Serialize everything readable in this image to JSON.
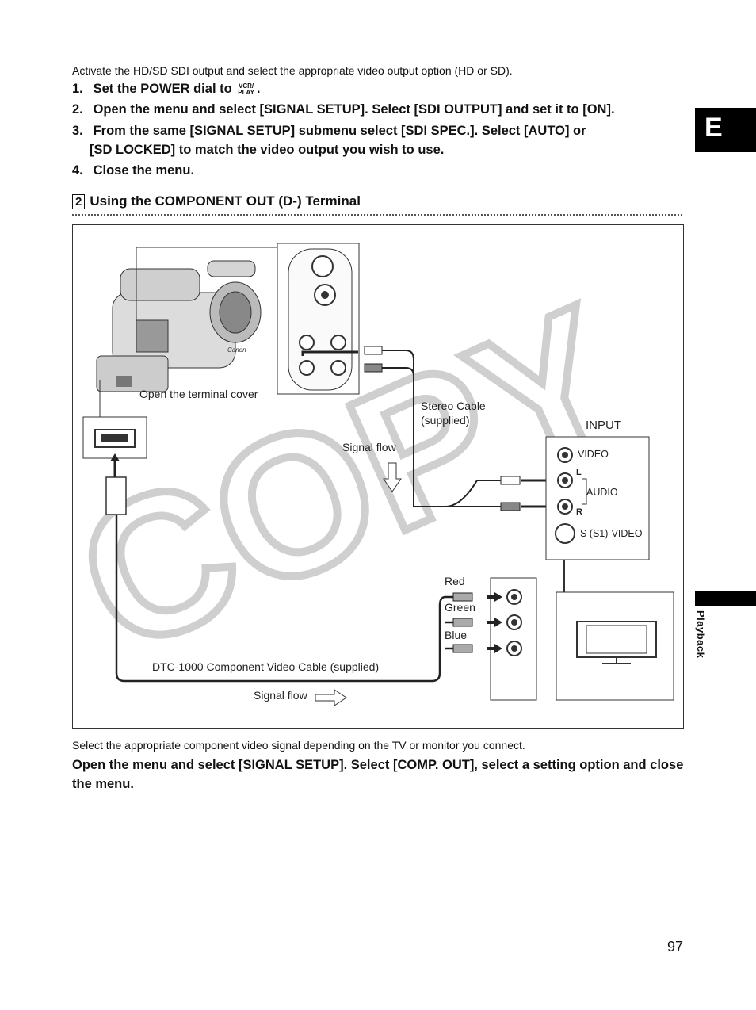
{
  "intro": "Activate the HD/SD SDI output and select the appropriate video output option (HD or SD).",
  "steps": {
    "s1": {
      "num": "1.",
      "text": "Set the POWER dial to",
      "icon_top": "VCR/",
      "icon_bottom": "PLAY",
      "tail": "."
    },
    "s2": {
      "num": "2.",
      "text": "Open the menu and select [SIGNAL SETUP]. Select [SDI OUTPUT] and set it to [ON]."
    },
    "s3": {
      "num": "3.",
      "line1": "From the same [SIGNAL SETUP] submenu select [SDI SPEC.]. Select [AUTO] or",
      "line2": "[SD LOCKED] to match the video output you wish to use."
    },
    "s4": {
      "num": "4.",
      "text": "Close the menu."
    }
  },
  "section": {
    "number": "2",
    "title": "Using the COMPONENT OUT (D-) Terminal"
  },
  "diagram": {
    "open_cover": "Open the terminal cover",
    "stereo_cable_1": "Stereo Cable",
    "stereo_cable_2": "(supplied)",
    "input": "INPUT",
    "signal_flow_1": "Signal flow",
    "video": "VIDEO",
    "audio": "AUDIO",
    "l": "L",
    "r": "R",
    "s_video": "S (S1)-VIDEO",
    "red": "Red",
    "green": "Green",
    "blue": "Blue",
    "component_cable": "DTC-1000 Component Video Cable (supplied)",
    "signal_flow_2": "Signal flow",
    "watermark": "COPY",
    "brand": "Canon"
  },
  "side": {
    "letter": "E",
    "section": "Playback"
  },
  "note": "Select the appropriate component video signal depending on the TV or monitor you connect.",
  "instruction": "Open the menu and select [SIGNAL SETUP]. Select [COMP. OUT], select a setting option and close the menu.",
  "page_number": "97"
}
